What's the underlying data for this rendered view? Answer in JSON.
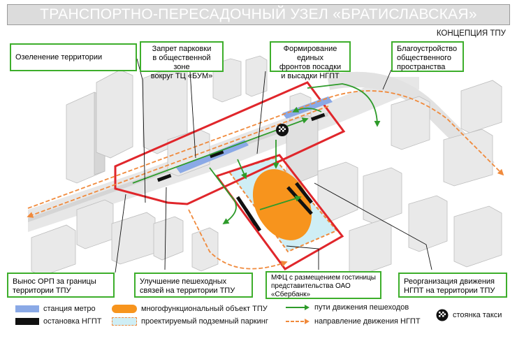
{
  "title": "ТРАНСПОРТНО-ПЕРЕСАДОЧНЫЙ УЗЕЛ «БРАТИСЛАВСКАЯ»",
  "subtitle": "КОНЦЕПЦИЯ ТПУ",
  "callouts": {
    "greening": [
      "Озеленение территории"
    ],
    "parking_ban": [
      "Запрет парковки",
      "в общественной зоне",
      "вокруг ТЦ «БУМ»"
    ],
    "boarding_fronts": [
      "Формирование единых",
      "фронтов посадки",
      "и высадки НГПТ"
    ],
    "public_space": [
      "Благоустройство",
      "общественного",
      "пространства"
    ],
    "orp_relocation": [
      "Вынос ОРП за границы",
      "территории ТПУ"
    ],
    "pedestrian_links": [
      "Улучшение  пешеходных",
      "связей на территории ТПУ"
    ],
    "mfc": [
      "МФЦ с размещением гостиницы",
      "представительства ОАО",
      "«Сбербанк»"
    ],
    "traffic_reorg": [
      "Реорганизация движения",
      "НГПТ на территории ТПУ"
    ]
  },
  "legend": {
    "metro": "станция метро",
    "bus_stop": "остановка НГПТ",
    "mfo": "многофункциональный объект ТПУ",
    "parking": "проектируемый подземный паркинг",
    "pedestrian": "пути движения пешеходов",
    "transit": "направление движения НГПТ",
    "taxi": "стоянка такси"
  },
  "colors": {
    "boundary": "#e0262b",
    "pedestrian": "#2e9b2a",
    "transit": "#f08a3c",
    "metro": "#8aa9e6",
    "stop": "#111111",
    "mfo": "#f7941d",
    "parking_fill": "#cfeef5",
    "callout_border": "#3dae2b"
  }
}
